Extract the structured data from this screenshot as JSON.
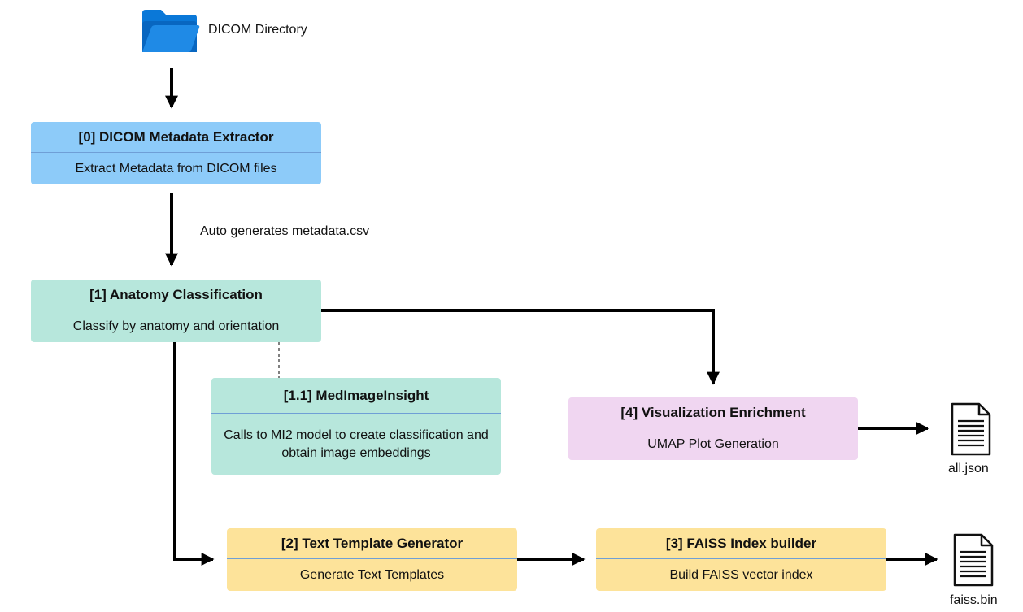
{
  "source": {
    "label": "DICOM Directory",
    "icon": "folder-icon",
    "color": "#0a78d8"
  },
  "edge_label": "Auto generates metadata.csv",
  "nodes": {
    "extractor": {
      "title": "[0] DICOM Metadata Extractor",
      "desc": "Extract Metadata from DICOM files",
      "color": "#8dcbf9"
    },
    "anatomy": {
      "title": "[1] Anatomy Classification",
      "desc": "Classify by anatomy and orientation",
      "color": "#b7e7dc"
    },
    "medimage": {
      "title": "[1.1] MedImageInsight",
      "desc": "Calls to MI2 model to create classification and obtain image embeddings",
      "color": "#b7e7dc"
    },
    "visualization": {
      "title": "[4] Visualization Enrichment",
      "desc": "UMAP Plot Generation",
      "color": "#f0d6f1"
    },
    "template": {
      "title": "[2] Text Template Generator",
      "desc": "Generate Text Templates",
      "color": "#fde39a"
    },
    "faiss": {
      "title": "[3] FAISS Index builder",
      "desc": "Build FAISS vector index",
      "color": "#fde39a"
    }
  },
  "outputs": {
    "json": {
      "label": "all.json",
      "icon": "document-icon"
    },
    "bin": {
      "label": "faiss.bin",
      "icon": "document-icon"
    }
  }
}
